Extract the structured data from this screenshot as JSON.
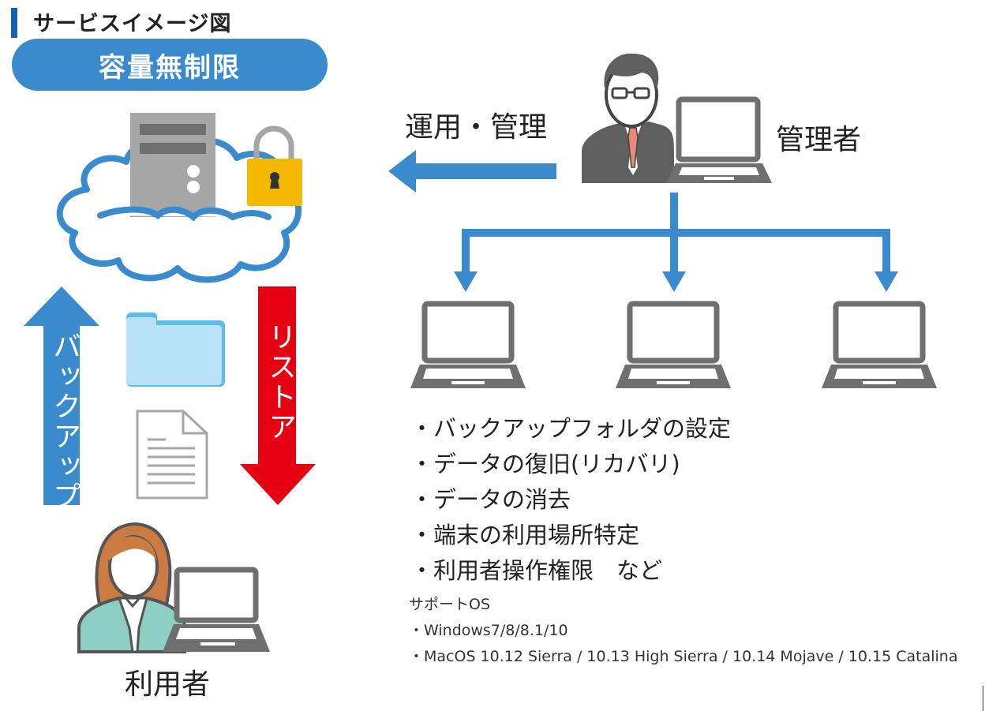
{
  "heading": "サービスイメージ図",
  "capacity_badge": "容量無制限",
  "operation_label": "運用・管理",
  "admin_label": "管理者",
  "user_label": "利用者",
  "backup_label": "バックアップ",
  "restore_label": "リストア",
  "features": [
    "・バックアップフォルダの設定",
    "・データの復旧(リカバリ)",
    "・データの消去",
    "・端末の利用場所特定",
    "・利用者操作権限　など"
  ],
  "support_os": {
    "title": "サポートOS",
    "items": [
      "・Windows7/8/8.1/10",
      "・MacOS 10.12 Sierra / 10.13 High Sierra / 10.14 Mojave / 10.15 Catalina"
    ]
  },
  "managed_devices_count": 3,
  "colors": {
    "accent_blue": "#3a8bcd",
    "heading_bar": "#1565a8",
    "restore_red": "#e60012",
    "lock_yellow": "#f5b800",
    "device_gray": "#6f6f6f"
  }
}
